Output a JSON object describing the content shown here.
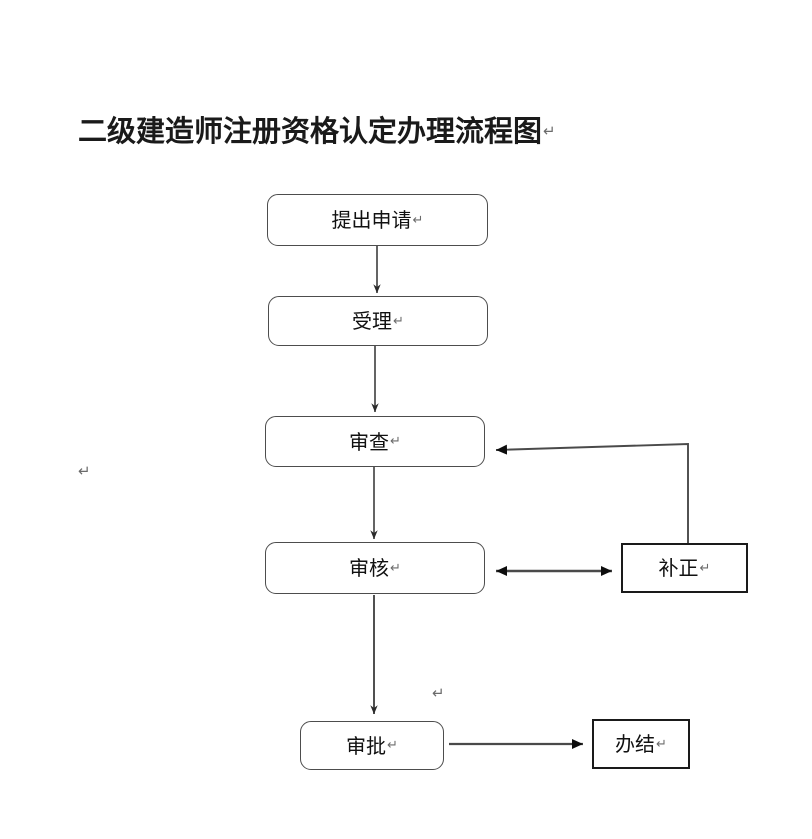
{
  "document": {
    "title": "二级建造师注册资格认定办理流程图",
    "title_pilcrow": "↵",
    "spellcheck_underline_color": "#3f9b46"
  },
  "loose_marks": [
    {
      "name": "pilcrow-left",
      "text": "↵"
    },
    {
      "name": "pilcrow-mid",
      "text": "↵"
    }
  ],
  "flowchart": {
    "type": "flowchart",
    "shape_styles": {
      "rounded_border_color": "#4d4d4d",
      "sharp_border_color": "#1a1a1a",
      "fill": "#ffffff",
      "connector_color": "#1a1a1a"
    },
    "nodes": [
      {
        "id": "tichu",
        "label": "提出申请",
        "pilcrow": "↵",
        "shape": "rounded-rect"
      },
      {
        "id": "shouli",
        "label": "受理",
        "pilcrow": "↵",
        "shape": "rounded-rect"
      },
      {
        "id": "shencha",
        "label": "审查",
        "pilcrow": "↵",
        "shape": "rounded-rect"
      },
      {
        "id": "shenhe",
        "label": "审核",
        "pilcrow": "↵",
        "shape": "rounded-rect"
      },
      {
        "id": "shenpi",
        "label": "审批",
        "pilcrow": "↵",
        "shape": "rounded-rect"
      },
      {
        "id": "buzheng",
        "label": "补正",
        "pilcrow": "↵",
        "shape": "rect"
      },
      {
        "id": "banjie",
        "label": "办结",
        "pilcrow": "↵",
        "shape": "rect"
      }
    ],
    "edges": [
      {
        "from": "tichu",
        "to": "shouli",
        "direction": "down",
        "arrowheads": "single"
      },
      {
        "from": "shouli",
        "to": "shencha",
        "direction": "down",
        "arrowheads": "single"
      },
      {
        "from": "shencha",
        "to": "shenhe",
        "direction": "down",
        "arrowheads": "single"
      },
      {
        "from": "shenhe",
        "to": "shenpi",
        "direction": "down",
        "arrowheads": "single"
      },
      {
        "from": "shenhe",
        "to": "buzheng",
        "direction": "horizontal",
        "arrowheads": "double"
      },
      {
        "from": "buzheng",
        "to": "shencha",
        "direction": "feedback-up-left",
        "arrowheads": "single"
      },
      {
        "from": "shenpi",
        "to": "banjie",
        "direction": "right",
        "arrowheads": "single"
      }
    ]
  }
}
